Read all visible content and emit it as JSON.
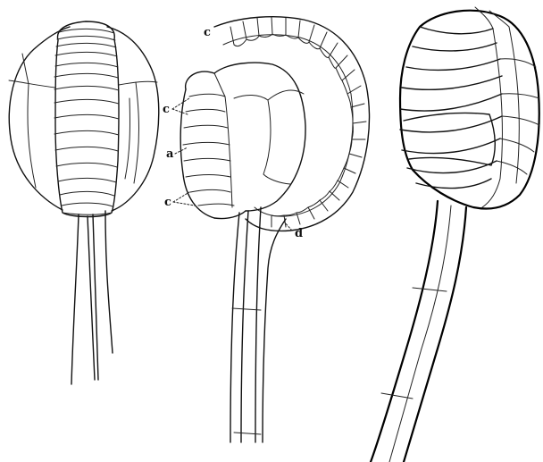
{
  "figure": {
    "labels": {
      "c_top": "c",
      "c_mid": "c",
      "a": "a",
      "c_low": "c",
      "d": "d"
    }
  }
}
